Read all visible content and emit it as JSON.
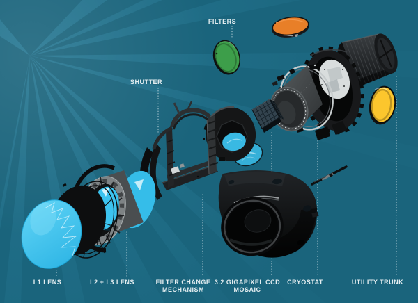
{
  "diagram": {
    "labels": {
      "filters": "FILTERS",
      "shutter": "SHUTTER",
      "l1_lens": "L1 LENS",
      "l2_l3_lens": "L2 + L3 LENS",
      "filter_change_mechanism": "FILTER CHANGE MECHANISM",
      "ccd_mosaic": "3.2 GIGAPIXEL CCD MOSAIC",
      "cryostat": "CRYOSTAT",
      "utility_trunk": "UTILITY TRUNK"
    },
    "colors": {
      "background": "#1a647c",
      "ray_light": "#2e86a4",
      "label_text": "#e3edf0",
      "leader_dots": "#d8e7eb",
      "lens_cyan": "#3cc3ef",
      "filter_green": "#3d9e4a",
      "filter_orange": "#e87f28",
      "filter_yellow": "#fcc62d",
      "hardware_dark": "#151617",
      "hardware_gray": "#4a4e50",
      "disc_white": "#d9dddd"
    }
  }
}
